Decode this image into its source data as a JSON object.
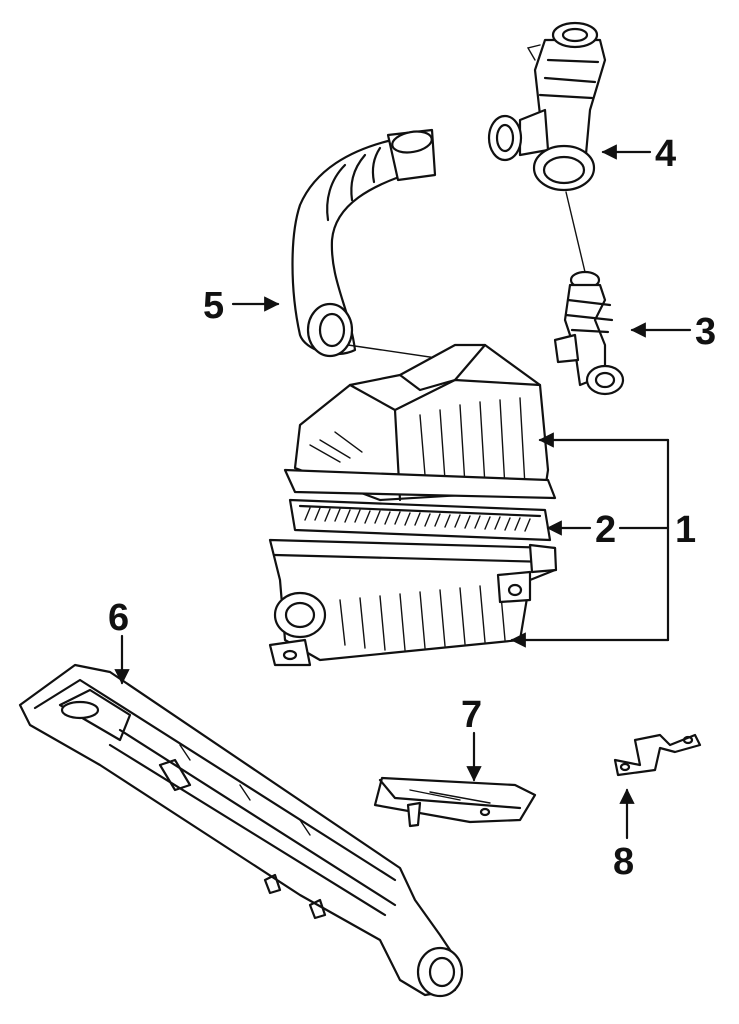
{
  "callouts": [
    {
      "id": "1",
      "text": "1"
    },
    {
      "id": "2",
      "text": "2"
    },
    {
      "id": "3",
      "text": "3"
    },
    {
      "id": "4",
      "text": "4"
    },
    {
      "id": "5",
      "text": "5"
    },
    {
      "id": "6",
      "text": "6"
    },
    {
      "id": "7",
      "text": "7"
    },
    {
      "id": "8",
      "text": "8"
    }
  ],
  "colors": {
    "ink": "#111111",
    "paper": "#ffffff"
  }
}
